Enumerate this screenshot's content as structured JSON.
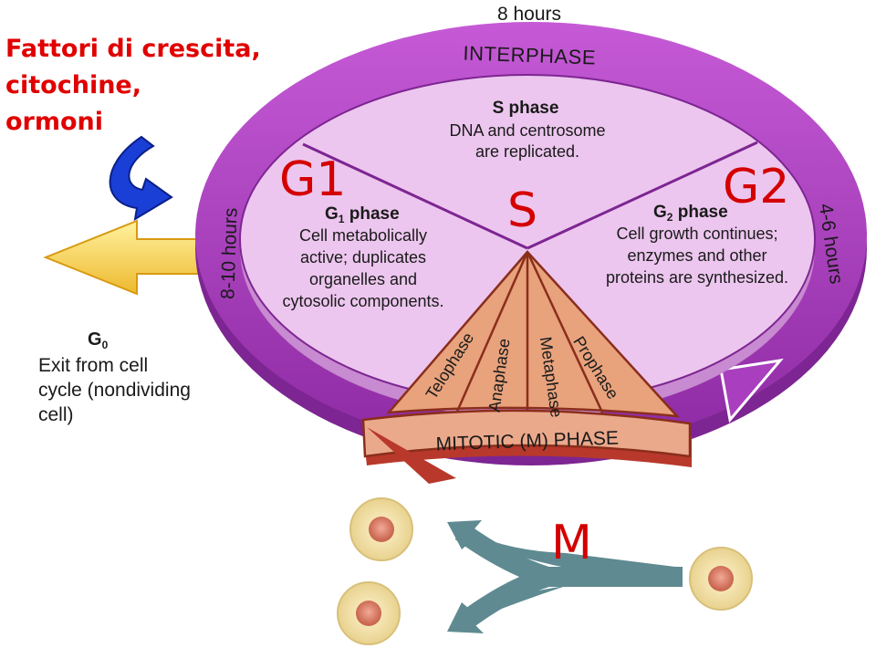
{
  "header": {
    "duration_s": "8 hours"
  },
  "stimulus": {
    "line1": "Fattori di crescita,",
    "line2": "citochine,",
    "line3": "ormoni"
  },
  "cycle": {
    "interphase_label": "INTERPHASE",
    "g1_duration": "8-10 hours",
    "g2_duration": "4-6 hours",
    "s_phase": {
      "title": "S phase",
      "line1": "DNA and centrosome",
      "line2": "are replicated."
    },
    "g1_phase": {
      "title": "G",
      "sub": "1",
      "title_rest": " phase",
      "line1": "Cell metabolically",
      "line2": "active; duplicates",
      "line3": "organelles and",
      "line4": "cytosolic components."
    },
    "g2_phase": {
      "title": "G",
      "sub": "2",
      "title_rest": " phase",
      "line1": "Cell growth continues;",
      "line2": "enzymes and other",
      "line3": "proteins are synthesized."
    },
    "big_labels": {
      "g1": "G1",
      "s": "S",
      "g2": "G2",
      "m": "M"
    },
    "mitotic": {
      "band_label": "MITOTIC (M) PHASE",
      "stages": [
        "Telophase",
        "Anaphase",
        "Metaphase",
        "Prophase"
      ]
    }
  },
  "g0": {
    "title": "G",
    "sub": "0",
    "line1": "Exit from cell",
    "line2": "cycle (nondividing",
    "line3": "cell)"
  },
  "colors": {
    "purple_band": "#a93fbe",
    "lilac_disk": "#e8bfe8",
    "mitotic": "#e8a27c",
    "mitotic_band": "#b8382b",
    "red_text": "#e00000",
    "yellow_arrow": "#f7d64a",
    "blue_arrow": "#1a3fd6",
    "teal_arrow": "#5f8a91"
  }
}
